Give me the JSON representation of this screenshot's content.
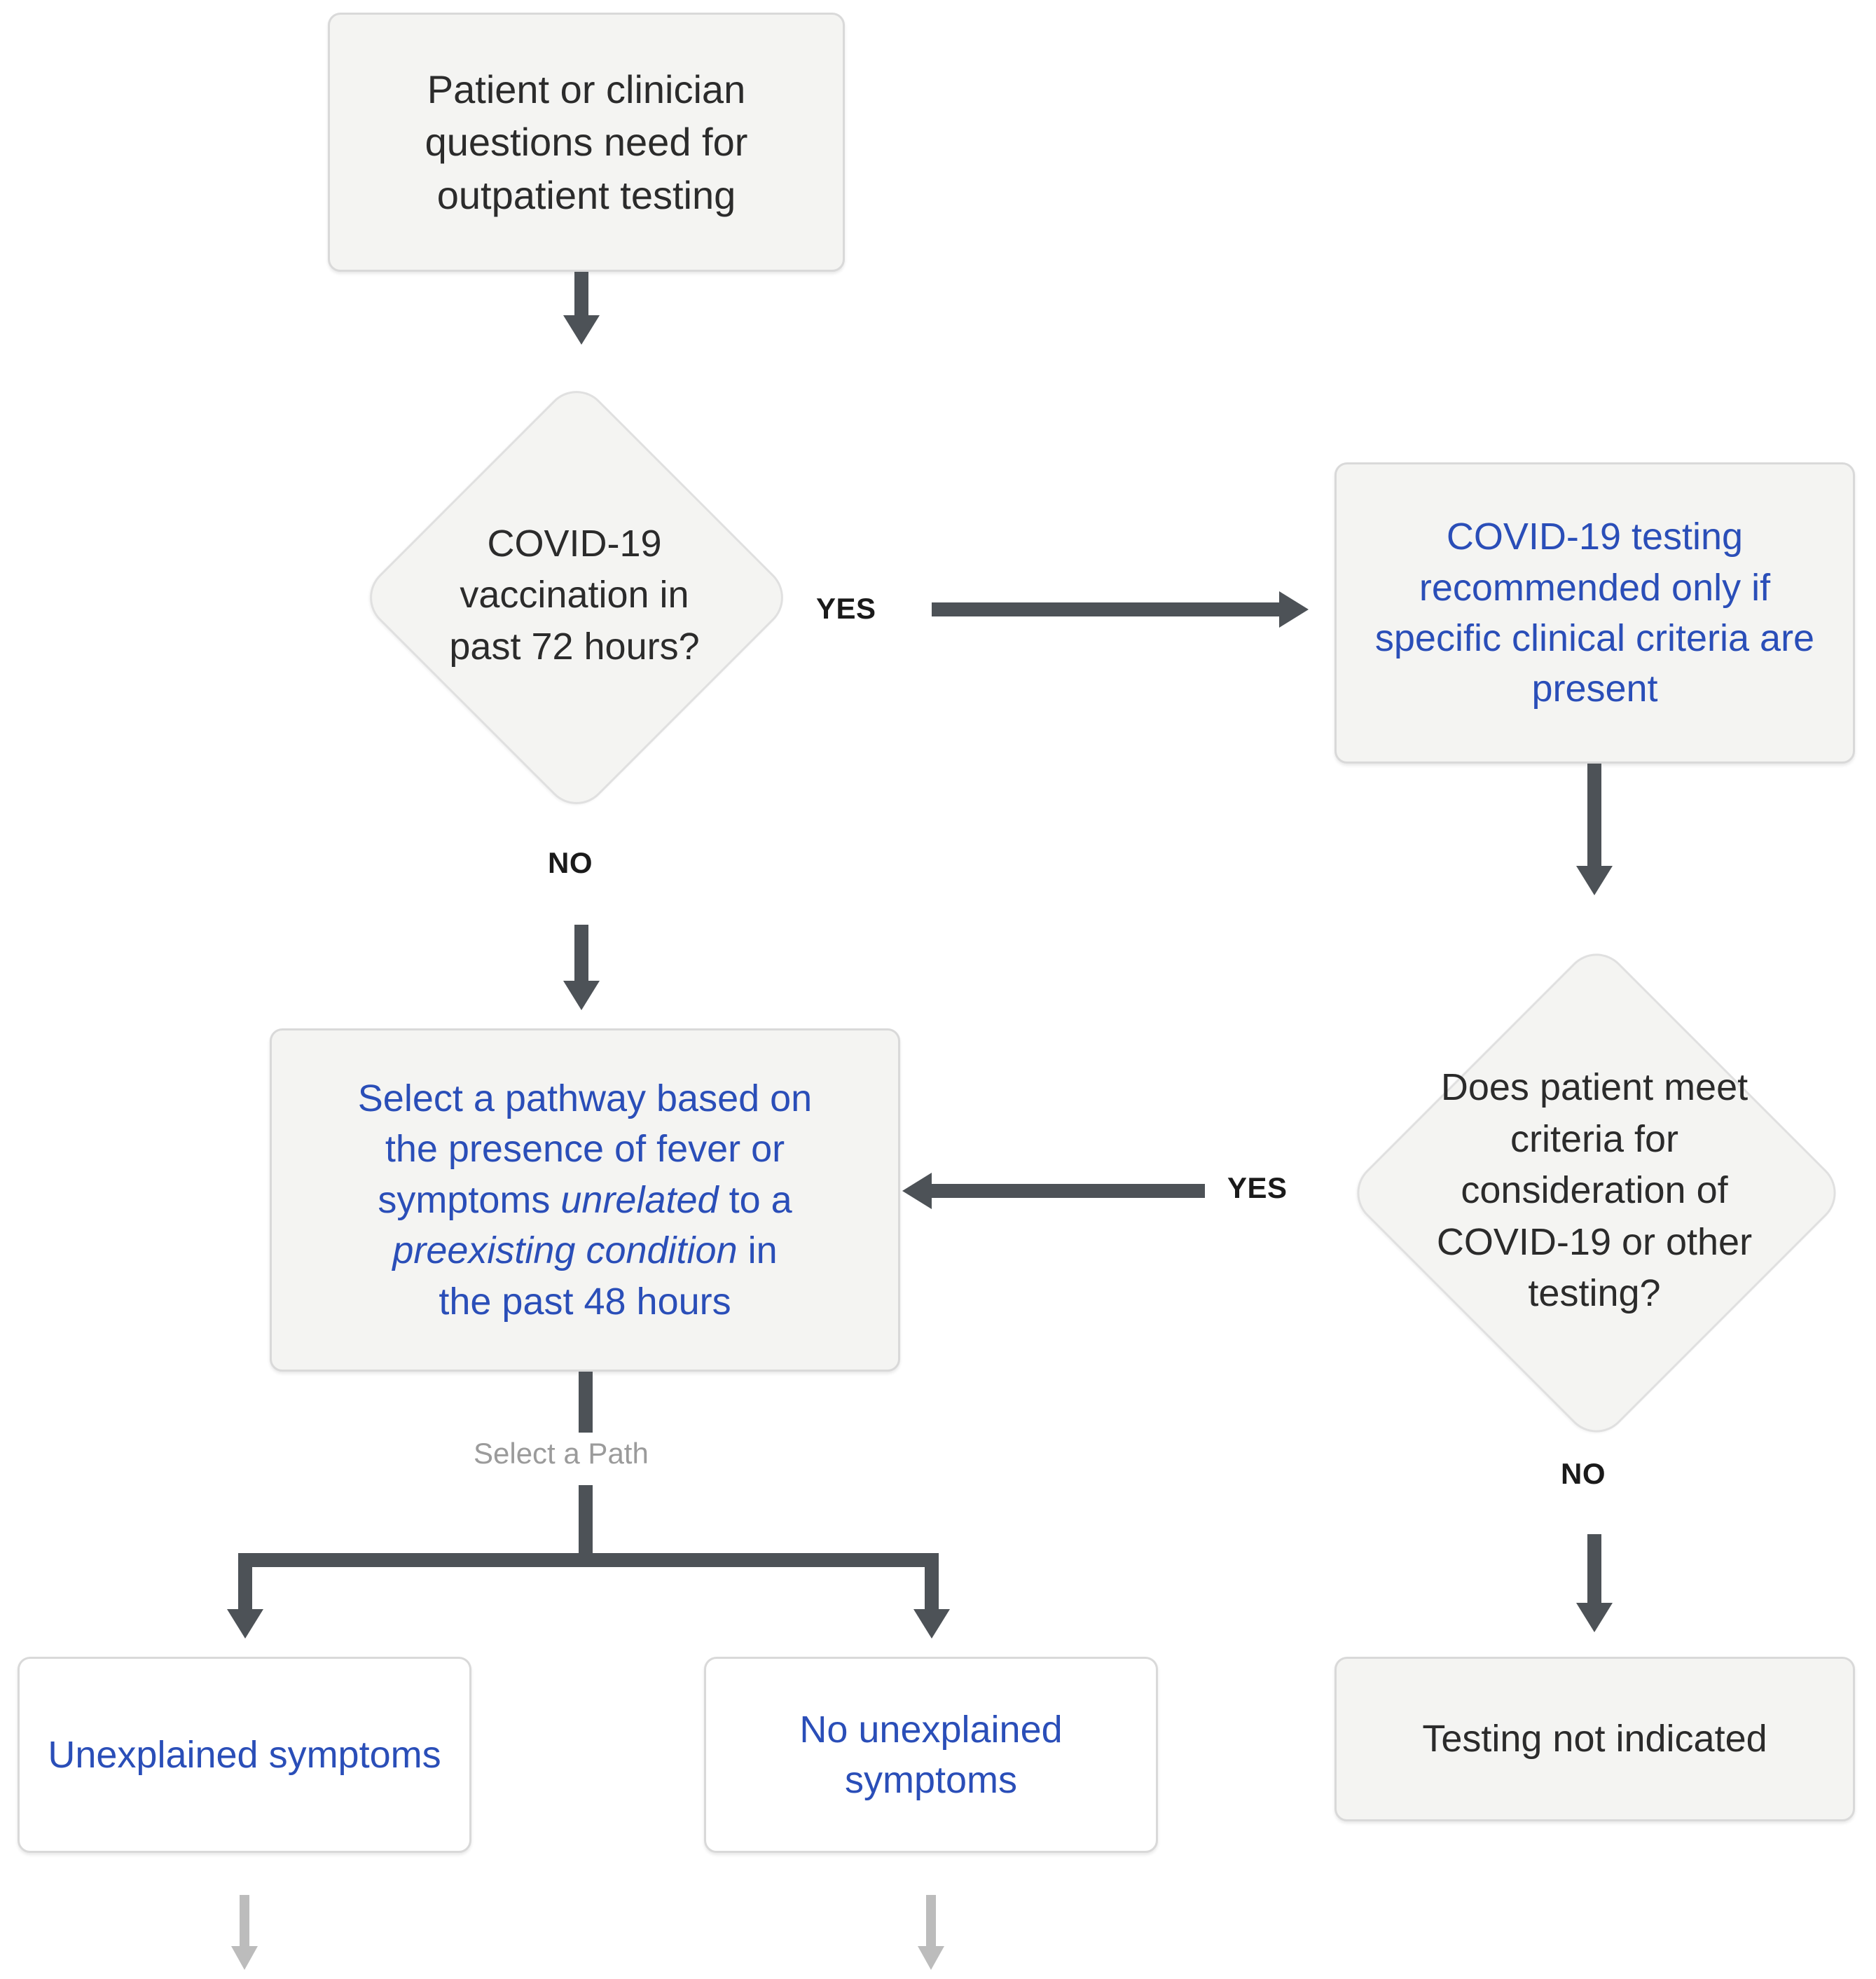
{
  "diagram": {
    "title": "COVID-19 outpatient testing decision flowchart",
    "colors": {
      "node_fill": "#f4f4f2",
      "node_fill_white": "#ffffff",
      "node_border": "#d9d9d9",
      "connector": "#4d5257",
      "connector_light": "#bcbcbc",
      "text_dark": "#2b2b2b",
      "text_blue": "#2a4eb8",
      "text_muted": "#9b9b9b"
    },
    "nodes": {
      "start": {
        "shape": "rounded-rect",
        "text": "Patient or clinician questions need for outpatient testing"
      },
      "vaccination_decision": {
        "shape": "diamond",
        "text": "COVID-19 vaccination in past 72 hours?"
      },
      "testing_recommended": {
        "shape": "rounded-rect",
        "text": "COVID-19 testing recommended only if specific clinical criteria are present"
      },
      "criteria_decision": {
        "shape": "diamond",
        "text": "Does patient meet criteria for consideration of COVID-19 or other testing?"
      },
      "select_pathway": {
        "shape": "rounded-rect",
        "text_line1": "Select a pathway based on",
        "text_line2": "the presence of fever or",
        "text_line3_a": "symptoms ",
        "text_line3_em": "unrelated",
        "text_line3_b": " to a",
        "text_line4_em": "preexisting condition",
        "text_line4_b": " in",
        "text_line5": "the past 48 hours"
      },
      "unexplained_symptoms": {
        "shape": "rounded-rect",
        "text": "Unexplained symptoms"
      },
      "no_unexplained_symptoms": {
        "shape": "rounded-rect",
        "text": "No unexplained symptoms"
      },
      "testing_not_indicated": {
        "shape": "rounded-rect",
        "text": "Testing not indicated"
      }
    },
    "edge_labels": {
      "vaccination_yes": "YES",
      "vaccination_no": "NO",
      "criteria_yes": "YES",
      "criteria_no": "NO",
      "select_a_path": "Select a Path"
    }
  }
}
